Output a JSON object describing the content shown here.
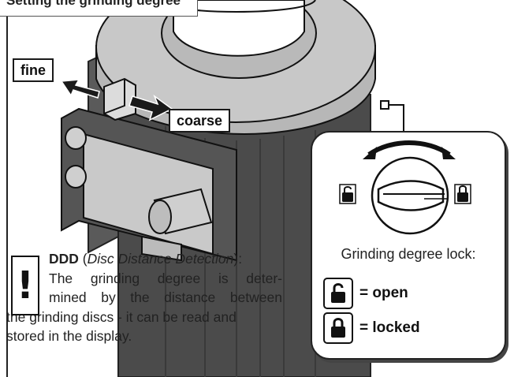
{
  "header_fragment": "Setting the grinding degree",
  "labels": {
    "fine": "fine",
    "coarse": "coarse"
  },
  "lock_callout": {
    "title": "Grinding degree lock:",
    "open": "= open",
    "locked": "= locked"
  },
  "ddd_note": {
    "term": "DDD",
    "expansion": "Disc Distance Detection",
    "line1_rest": "):",
    "line2": "The grinding degree is deter-",
    "line3": "mined by the distance between",
    "line4": "the grinding discs - it can be read and",
    "line5": "stored in the display."
  },
  "icons": [
    "warning-icon",
    "lock-open-icon",
    "lock-closed-icon",
    "rotate-arrow-icon",
    "arrow-fine-icon",
    "arrow-coarse-icon"
  ],
  "colors": {
    "outline": "#1a1a1a",
    "machine_dark": "#4a4a4a",
    "machine_light": "#c8c8c8",
    "background": "#ffffff"
  }
}
